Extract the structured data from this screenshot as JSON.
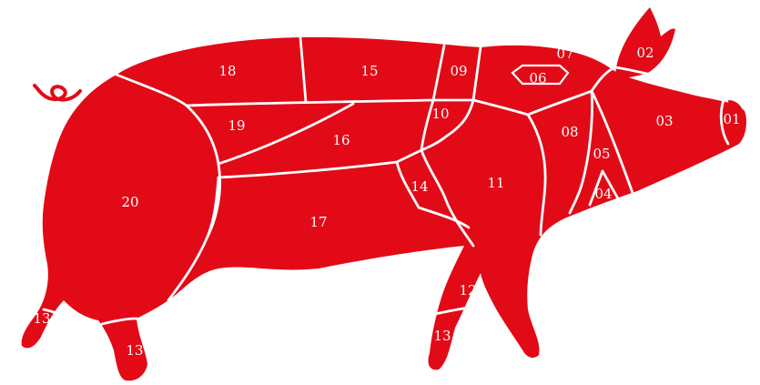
{
  "colors": {
    "body_red": "#e20a17",
    "divider_white": "#ffffff",
    "background": "#ffffff"
  },
  "cuts": {
    "c01": "01",
    "c02": "02",
    "c03": "03",
    "c04": "04",
    "c05": "05",
    "c06": "06",
    "c07": "07",
    "c08": "08",
    "c09": "09",
    "c10": "10",
    "c11": "11",
    "c12": "12",
    "c13_rear_left": "13",
    "c13_rear_right": "13",
    "c13_front": "13",
    "c14": "14",
    "c15": "15",
    "c16": "16",
    "c17": "17",
    "c18": "18",
    "c19": "19",
    "c20": "20"
  }
}
